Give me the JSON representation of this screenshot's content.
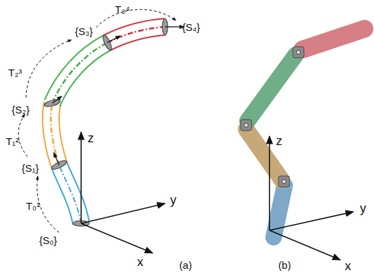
{
  "diagram": {
    "labels": [
      "T₃⁴",
      "{S₄}",
      "{S₃}",
      "T₂³",
      "{S₂}",
      "T₁²",
      "{S₁}",
      "T₀¹",
      "{S₀}",
      "z",
      "y",
      "x",
      "(a)",
      "z",
      "y",
      "x",
      "(b)"
    ]
  }
}
